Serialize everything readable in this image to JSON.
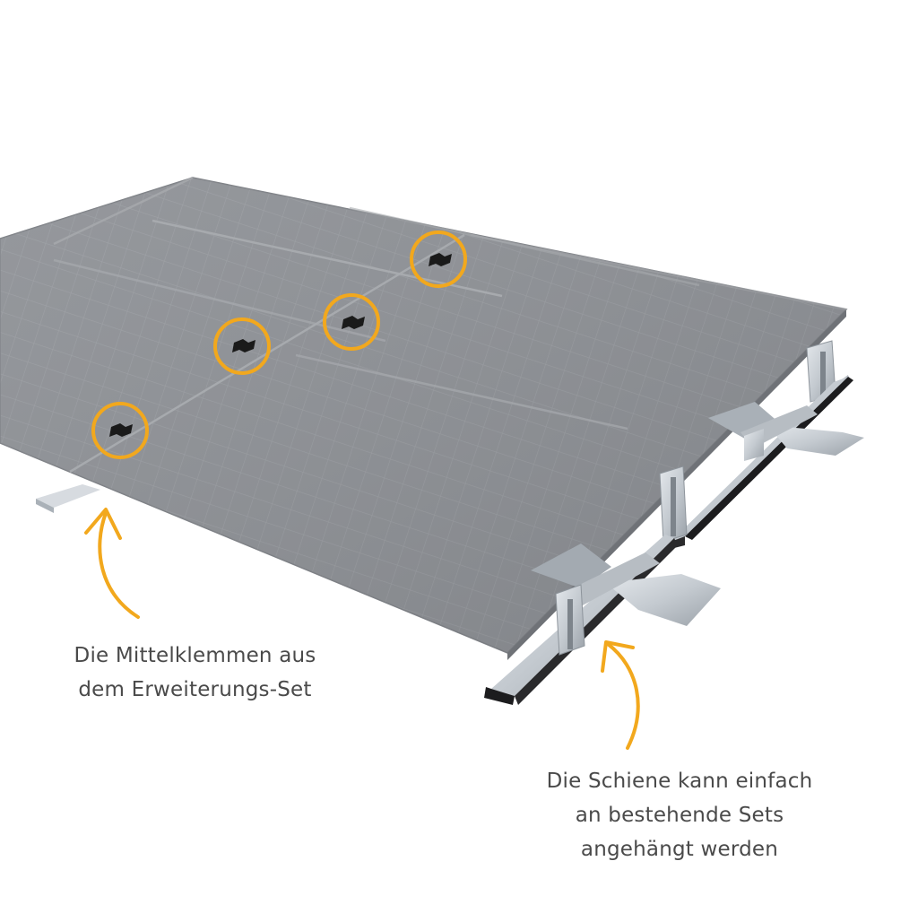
{
  "colors": {
    "panel_face": "#8e9196",
    "panel_grid": "#9a9da2",
    "panel_edge": "#777a7f",
    "frame_seam": "#a3a6aa",
    "aluminum": "#c9ced3",
    "aluminum_dark": "#9aa1a8",
    "ballast_black": "#1c1c1e",
    "highlight_orange": "#f2a81d",
    "clamp_black": "#1a1a1a",
    "text_gray": "#4a4a4a",
    "background": "#ffffff"
  },
  "icons": {
    "clamp_marker": "circle-highlight-icon",
    "pointer": "curved-arrow-icon"
  },
  "captions": {
    "mid_clamps": {
      "lines": [
        "Die Mittelklemmen aus",
        "dem Erweiterungs-Set"
      ]
    },
    "rail": {
      "lines": [
        "Die Schiene kann einfach",
        "an bestehende Sets",
        "angehängt werden"
      ]
    }
  }
}
